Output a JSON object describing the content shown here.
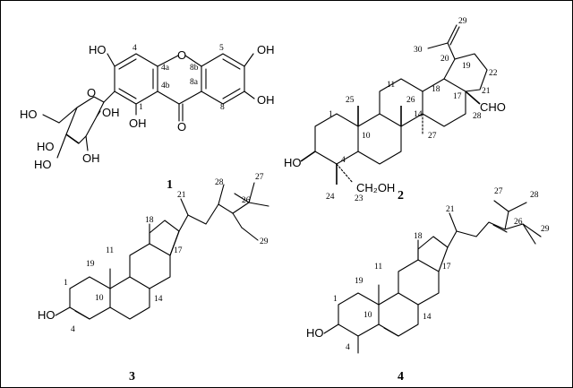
{
  "compounds": [
    {
      "id": "1",
      "atom_labels": [
        "HO",
        "OH",
        "OH",
        "OH",
        "O",
        "O",
        "OH",
        "HO",
        "OH",
        "HO",
        "HO",
        "O"
      ],
      "locants": [
        "4",
        "5",
        "4a",
        "8b",
        "8a",
        "4b",
        "1",
        "8"
      ]
    },
    {
      "id": "2",
      "atom_labels": [
        "HO",
        "CH₂OH",
        "CHO"
      ],
      "locants": [
        "29",
        "30",
        "20",
        "19",
        "22",
        "21",
        "1",
        "25",
        "11",
        "26",
        "18",
        "17",
        "28",
        "10",
        "14",
        "27",
        "4",
        "24",
        "23"
      ]
    },
    {
      "id": "3",
      "atom_labels": [
        "HO"
      ],
      "locants": [
        "21",
        "28",
        "27",
        "26",
        "29",
        "18",
        "17",
        "11",
        "19",
        "1",
        "10",
        "14",
        "4"
      ]
    },
    {
      "id": "4",
      "atom_labels": [
        "HO"
      ],
      "locants": [
        "28",
        "27",
        "21",
        "26",
        "29",
        "18",
        "17",
        "11",
        "19",
        "1",
        "10",
        "14",
        "4"
      ]
    }
  ]
}
